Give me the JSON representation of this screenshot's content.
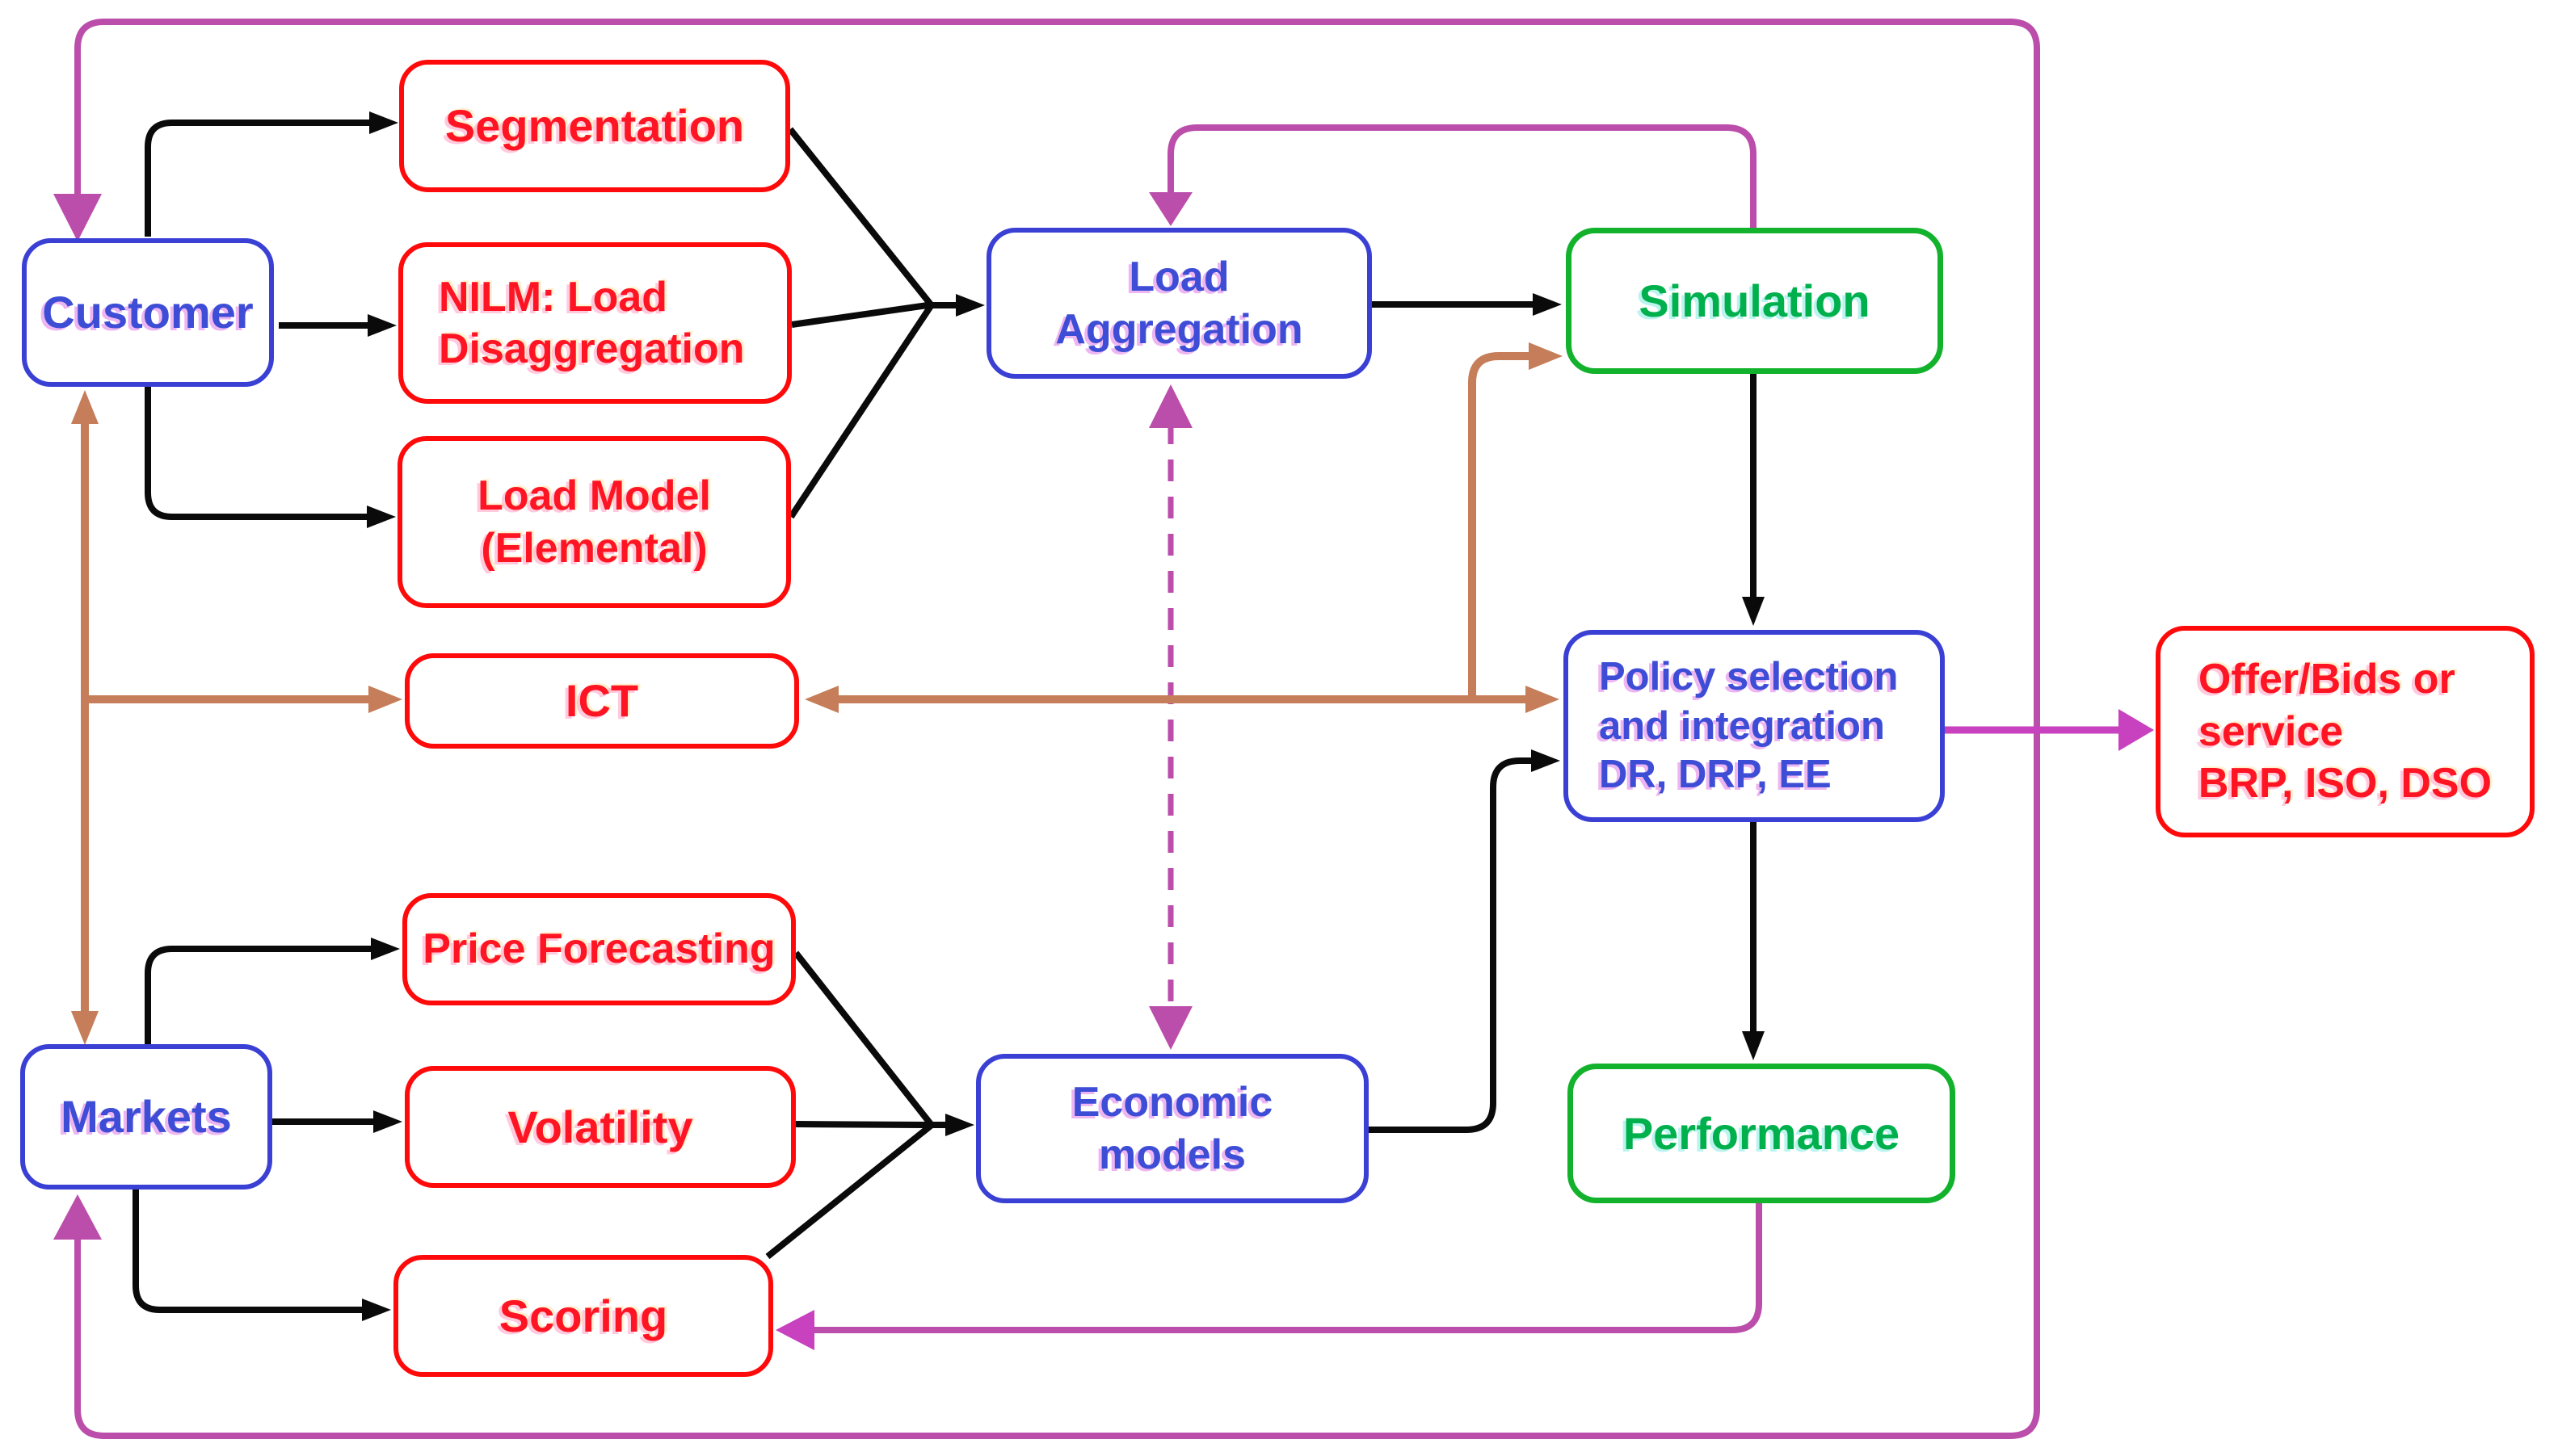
{
  "diagram": {
    "nodes": {
      "customer": {
        "label": "Customer",
        "color_role": "blue"
      },
      "segmentation": {
        "label": "Segmentation",
        "color_role": "red"
      },
      "nilm": {
        "label": "NILM: Load\nDisaggregation",
        "color_role": "red"
      },
      "load_model": {
        "label": "Load Model\n(Elemental)",
        "color_role": "red"
      },
      "ict": {
        "label": "ICT",
        "color_role": "red"
      },
      "price_forecasting": {
        "label": "Price Forecasting",
        "color_role": "red"
      },
      "volatility": {
        "label": "Volatility",
        "color_role": "red"
      },
      "scoring": {
        "label": "Scoring",
        "color_role": "red"
      },
      "markets": {
        "label": "Markets",
        "color_role": "blue"
      },
      "load_aggregation": {
        "label": "Load\nAggregation",
        "color_role": "blue"
      },
      "economic_models": {
        "label": "Economic\nmodels",
        "color_role": "blue"
      },
      "simulation": {
        "label": "Simulation",
        "color_role": "green"
      },
      "policy": {
        "label": "Policy selection\nand integration\nDR, DRP, EE",
        "color_role": "blue"
      },
      "performance": {
        "label": "Performance",
        "color_role": "green"
      },
      "offer_bids": {
        "label": "Offer/Bids or\nservice\nBRP, ISO, DSO",
        "color_role": "red"
      }
    },
    "edges": [
      {
        "from": "customer",
        "to": "segmentation",
        "color": "black",
        "style": "solid",
        "arrows": "end"
      },
      {
        "from": "customer",
        "to": "nilm",
        "color": "black",
        "style": "solid",
        "arrows": "end"
      },
      {
        "from": "customer",
        "to": "load_model",
        "color": "black",
        "style": "solid",
        "arrows": "end"
      },
      {
        "from": "segmentation",
        "to": "load_aggregation",
        "color": "black",
        "style": "solid",
        "arrows": "end"
      },
      {
        "from": "nilm",
        "to": "load_aggregation",
        "color": "black",
        "style": "solid",
        "arrows": "end"
      },
      {
        "from": "load_model",
        "to": "load_aggregation",
        "color": "black",
        "style": "solid",
        "arrows": "end"
      },
      {
        "from": "load_aggregation",
        "to": "simulation",
        "color": "black",
        "style": "solid",
        "arrows": "end"
      },
      {
        "from": "simulation",
        "to": "policy",
        "color": "black",
        "style": "solid",
        "arrows": "end"
      },
      {
        "from": "policy",
        "to": "performance",
        "color": "black",
        "style": "solid",
        "arrows": "end"
      },
      {
        "from": "economic_models",
        "to": "policy",
        "color": "black",
        "style": "solid",
        "arrows": "end"
      },
      {
        "from": "markets",
        "to": "price_forecasting",
        "color": "black",
        "style": "solid",
        "arrows": "end"
      },
      {
        "from": "markets",
        "to": "volatility",
        "color": "black",
        "style": "solid",
        "arrows": "end"
      },
      {
        "from": "markets",
        "to": "scoring",
        "color": "black",
        "style": "solid",
        "arrows": "end"
      },
      {
        "from": "price_forecasting",
        "to": "economic_models",
        "color": "black",
        "style": "solid",
        "arrows": "end"
      },
      {
        "from": "volatility",
        "to": "economic_models",
        "color": "black",
        "style": "solid",
        "arrows": "end"
      },
      {
        "from": "scoring",
        "to": "economic_models",
        "color": "black",
        "style": "solid",
        "arrows": "end"
      },
      {
        "from": "customer",
        "to": "markets",
        "color": "brown",
        "style": "solid",
        "arrows": "both"
      },
      {
        "from": "customer_markets_link",
        "to": "ict",
        "color": "brown",
        "style": "solid",
        "arrows": "end"
      },
      {
        "from": "ict",
        "to": "policy",
        "color": "brown",
        "style": "solid",
        "arrows": "both"
      },
      {
        "from": "ict_policy_link",
        "to": "simulation",
        "color": "brown",
        "style": "solid",
        "arrows": "end"
      },
      {
        "from": "simulation",
        "to": "load_aggregation",
        "color": "magenta",
        "style": "solid",
        "arrows": "end"
      },
      {
        "from": "load_aggregation",
        "to": "economic_models",
        "color": "magenta",
        "style": "dashed",
        "arrows": "both"
      },
      {
        "from": "performance",
        "to": "scoring",
        "color": "magenta",
        "style": "solid",
        "arrows": "end"
      },
      {
        "from": "policy",
        "to": "offer_bids",
        "color": "magenta",
        "style": "solid",
        "arrows": "end"
      },
      {
        "from": "outer_loop",
        "to": "customer",
        "color": "magenta",
        "style": "solid",
        "arrows": "end"
      },
      {
        "from": "outer_loop",
        "to": "markets",
        "color": "magenta",
        "style": "solid",
        "arrows": "end"
      }
    ],
    "colors": {
      "blue_border": "#3B40D5",
      "blue_text": "#3E4DD6",
      "red_border": "#FF0A0A",
      "red_text": "#FF1423",
      "green_border": "#12B22C",
      "green_text": "#00B04C",
      "magenta": "#BB4DAB",
      "magenta_bright": "#C841BE",
      "brown": "#C67E5A",
      "black": "#0A0A0A",
      "background": "#FFFFFF"
    }
  }
}
